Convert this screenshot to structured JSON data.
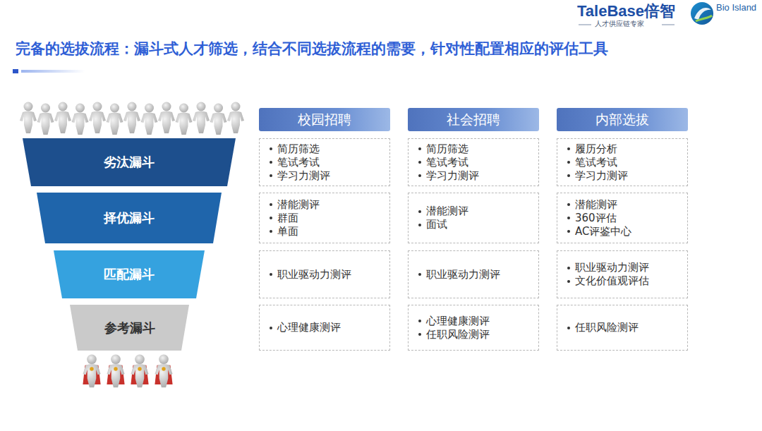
{
  "diagram": {
    "title": "完备的选拔流程：漏斗式人才筛选，结合不同选拔流程的需要，针对性配置相应的评估工具",
    "nodes": [
      {
        "text": [
          "劣汰漏斗"
        ]
      },
      {
        "text": [
          "择优漏斗"
        ]
      },
      {
        "text": [
          "匹配漏斗"
        ]
      },
      {
        "text": [
          "参考漏斗"
        ]
      },
      {
        "text": [
          "校园招聘"
        ]
      },
      {
        "text": [
          "社会招聘"
        ]
      },
      {
        "text": [
          "内部选拔"
        ]
      },
      {
        "text": [
          "简历筛选",
          "笔试考试",
          "学习力测评"
        ]
      },
      {
        "text": [
          "简历筛选",
          "笔试考试",
          "学习力测评"
        ]
      },
      {
        "text": [
          "履历分析",
          "笔试考试",
          "学习力测评"
        ]
      },
      {
        "text": [
          "潜能测评",
          "群面",
          "单面"
        ]
      },
      {
        "text": [
          "潜能测评",
          "面试"
        ]
      },
      {
        "text": [
          "潜能测评",
          "360评估",
          "AC评鉴中心"
        ]
      },
      {
        "text": [
          "职业驱动力测评"
        ]
      },
      {
        "text": [
          "职业驱动力测评"
        ]
      },
      {
        "text": [
          "职业驱动力测评",
          "文化价值观评估"
        ]
      },
      {
        "text": [
          "心理健康测评"
        ]
      },
      {
        "text": [
          "心理健康测评",
          "任职风险测评"
        ]
      },
      {
        "text": [
          "任职风险测评"
        ]
      }
    ],
    "labels": [
      "TaleBase倍智",
      "人才供应链专家",
      "Bio Island"
    ]
  }
}
